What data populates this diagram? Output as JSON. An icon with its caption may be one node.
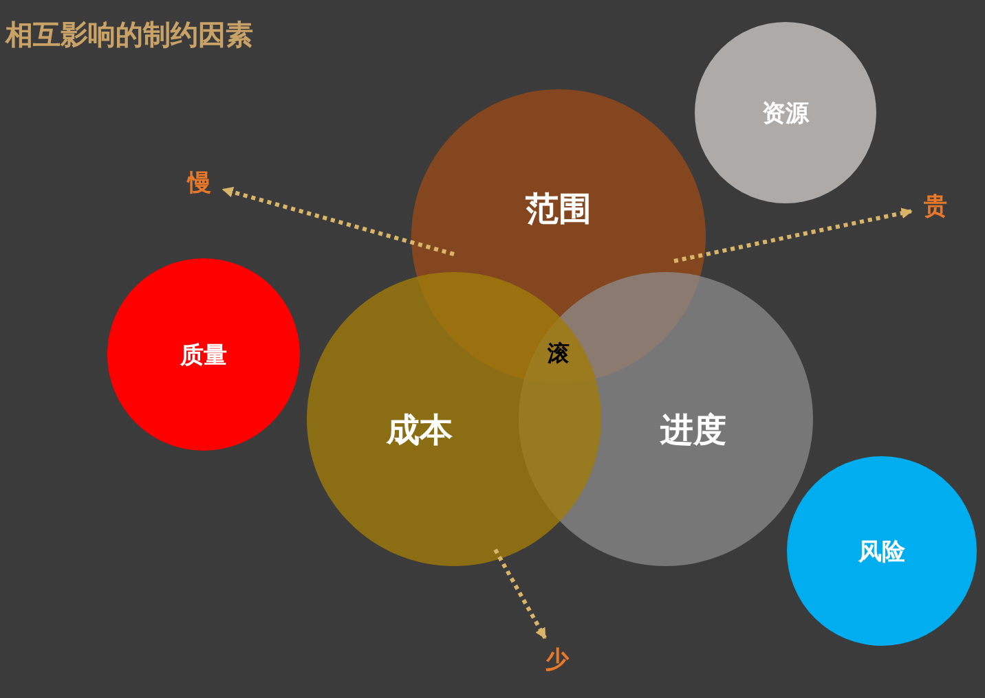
{
  "diagram": {
    "title": "相互影响的制约因素",
    "nodes": [
      {
        "text": [
          "资源"
        ]
      },
      {
        "text": [
          "慢"
        ]
      },
      {
        "text": [
          "范围"
        ]
      },
      {
        "text": [
          "贵"
        ]
      },
      {
        "text": [
          "质量"
        ]
      },
      {
        "text": [
          "成本"
        ]
      },
      {
        "text": [
          "进度"
        ]
      },
      {
        "text": [
          "风险"
        ]
      },
      {
        "text": [
          "少"
        ]
      }
    ],
    "edges": [
      {
        "from": 2,
        "to": 1,
        "arrow": "to",
        "style": "dashed"
      },
      {
        "from": 2,
        "to": 3,
        "arrow": "to",
        "style": "dashed"
      },
      {
        "from": 5,
        "to": 8,
        "arrow": "to",
        "style": "dashed"
      }
    ],
    "labels": [
      "滚"
    ]
  }
}
